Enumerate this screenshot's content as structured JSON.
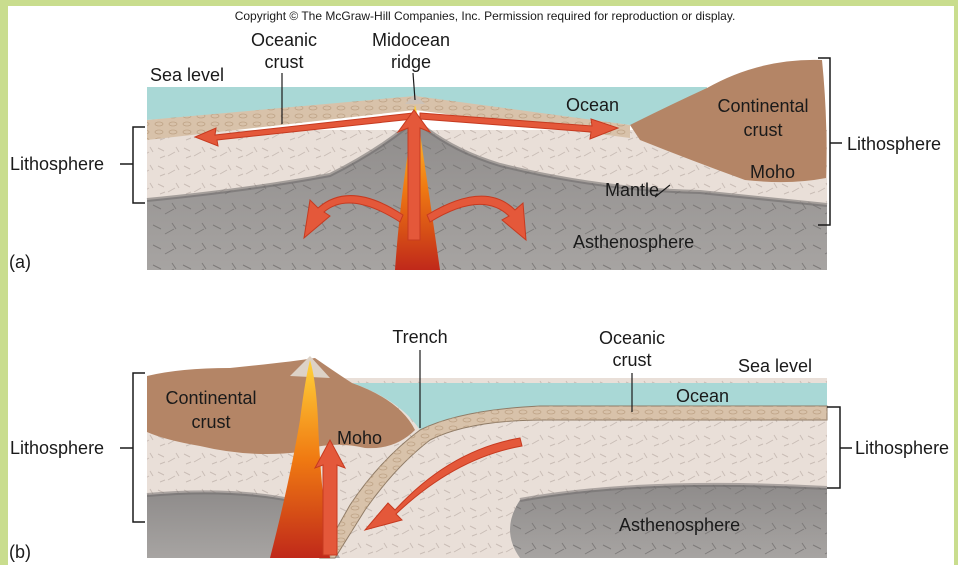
{
  "copyright": "Copyright © The McGraw-Hill Companies, Inc. Permission required for reproduction or display.",
  "panel_a": {
    "letter": "(a)",
    "oceanic_crust": [
      "Oceanic",
      "crust"
    ],
    "midocean_ridge": [
      "Midocean",
      "ridge"
    ],
    "sea_level": "Sea level",
    "ocean": "Ocean",
    "continental_crust": [
      "Continental",
      "crust"
    ],
    "moho": "Moho",
    "mantle": "Mantle",
    "asthenosphere": "Asthenosphere",
    "lithosphere_left": "Lithosphere",
    "lithosphere_right": "Lithosphere"
  },
  "panel_b": {
    "letter": "(b)",
    "trench": "Trench",
    "oceanic_crust": [
      "Oceanic",
      "crust"
    ],
    "sea_level": "Sea level",
    "ocean": "Ocean",
    "continental_crust": [
      "Continental",
      "crust"
    ],
    "moho": "Moho",
    "asthenosphere": "Asthenosphere",
    "lithosphere_left": "Lithosphere",
    "lithosphere_right": "Lithosphere"
  },
  "colors": {
    "frame": "#c9dd8e",
    "ocean": "#a9d8d6",
    "continental_crust": "#b48566",
    "lithosphere": "#e9dfd8",
    "asthenosphere": "#9d9a98",
    "oceanic_crust": "#d8c2aa",
    "arrow": "#e4583a",
    "magma": "#f4a300"
  }
}
